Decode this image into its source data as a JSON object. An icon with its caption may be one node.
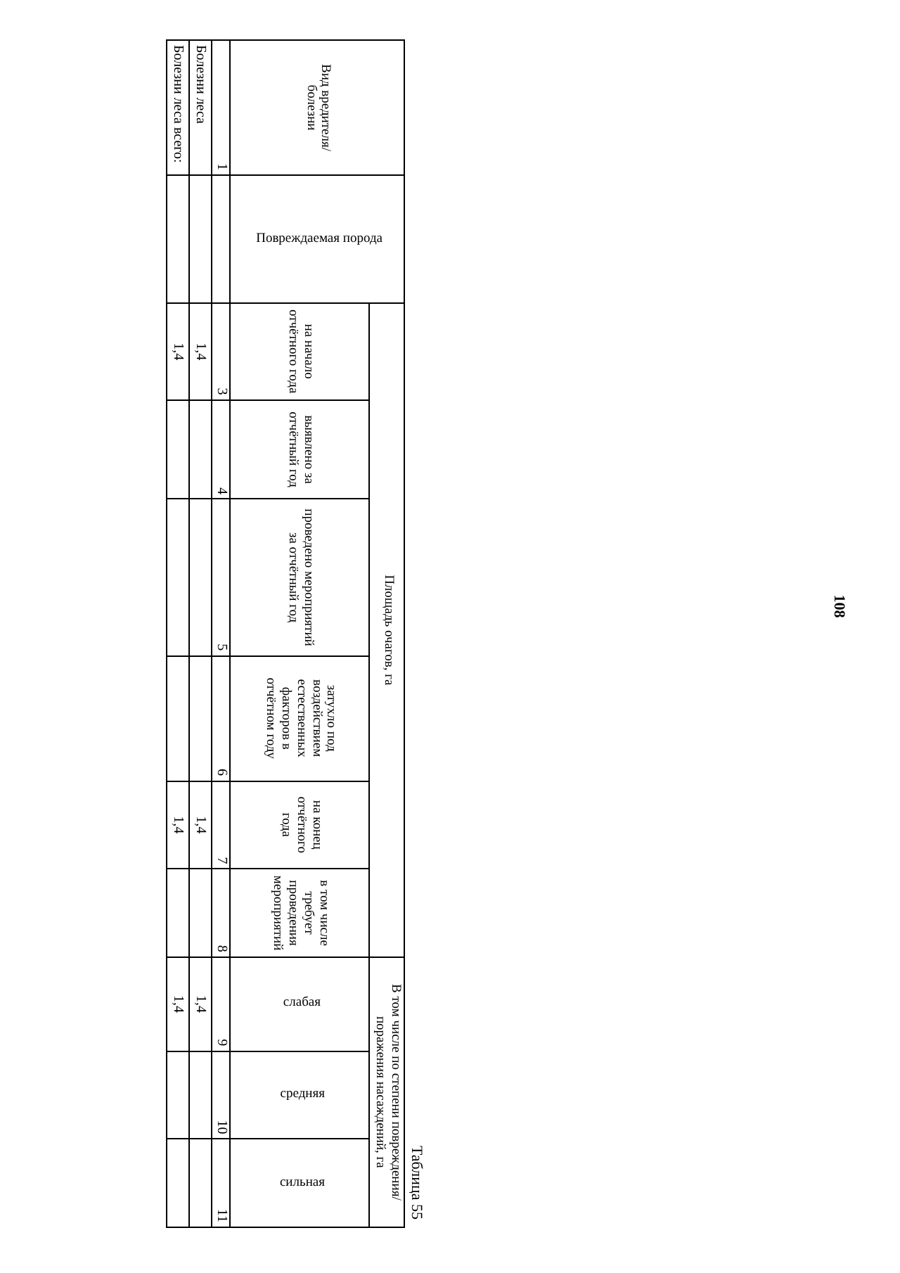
{
  "diagram": {
    "title": "Таблица 55",
    "labels": [
      "Вид вредителя/болезни",
      "Повреждаемая порода",
      "Площадь очагов, га",
      "В том числе по степени повреждения/поражения насаждений, га",
      "на начало отчётного года",
      "выявлено за отчётный год",
      "проведено мероприятий за отчётный год",
      "затухло под воздействием естественных факторов в отчётном году",
      "на конец отчётного года",
      "в том числе требует проведения мероприятий",
      "слабая",
      "средняя",
      "сильная",
      "1",
      "3",
      "4",
      "5",
      "6",
      "7",
      "8",
      "9",
      "10",
      "11",
      "Болезни леса",
      "1,4",
      "1,4",
      "1,4",
      "Болезни леса всего:",
      "1,4",
      "1,4",
      "1,4",
      "108"
    ]
  }
}
